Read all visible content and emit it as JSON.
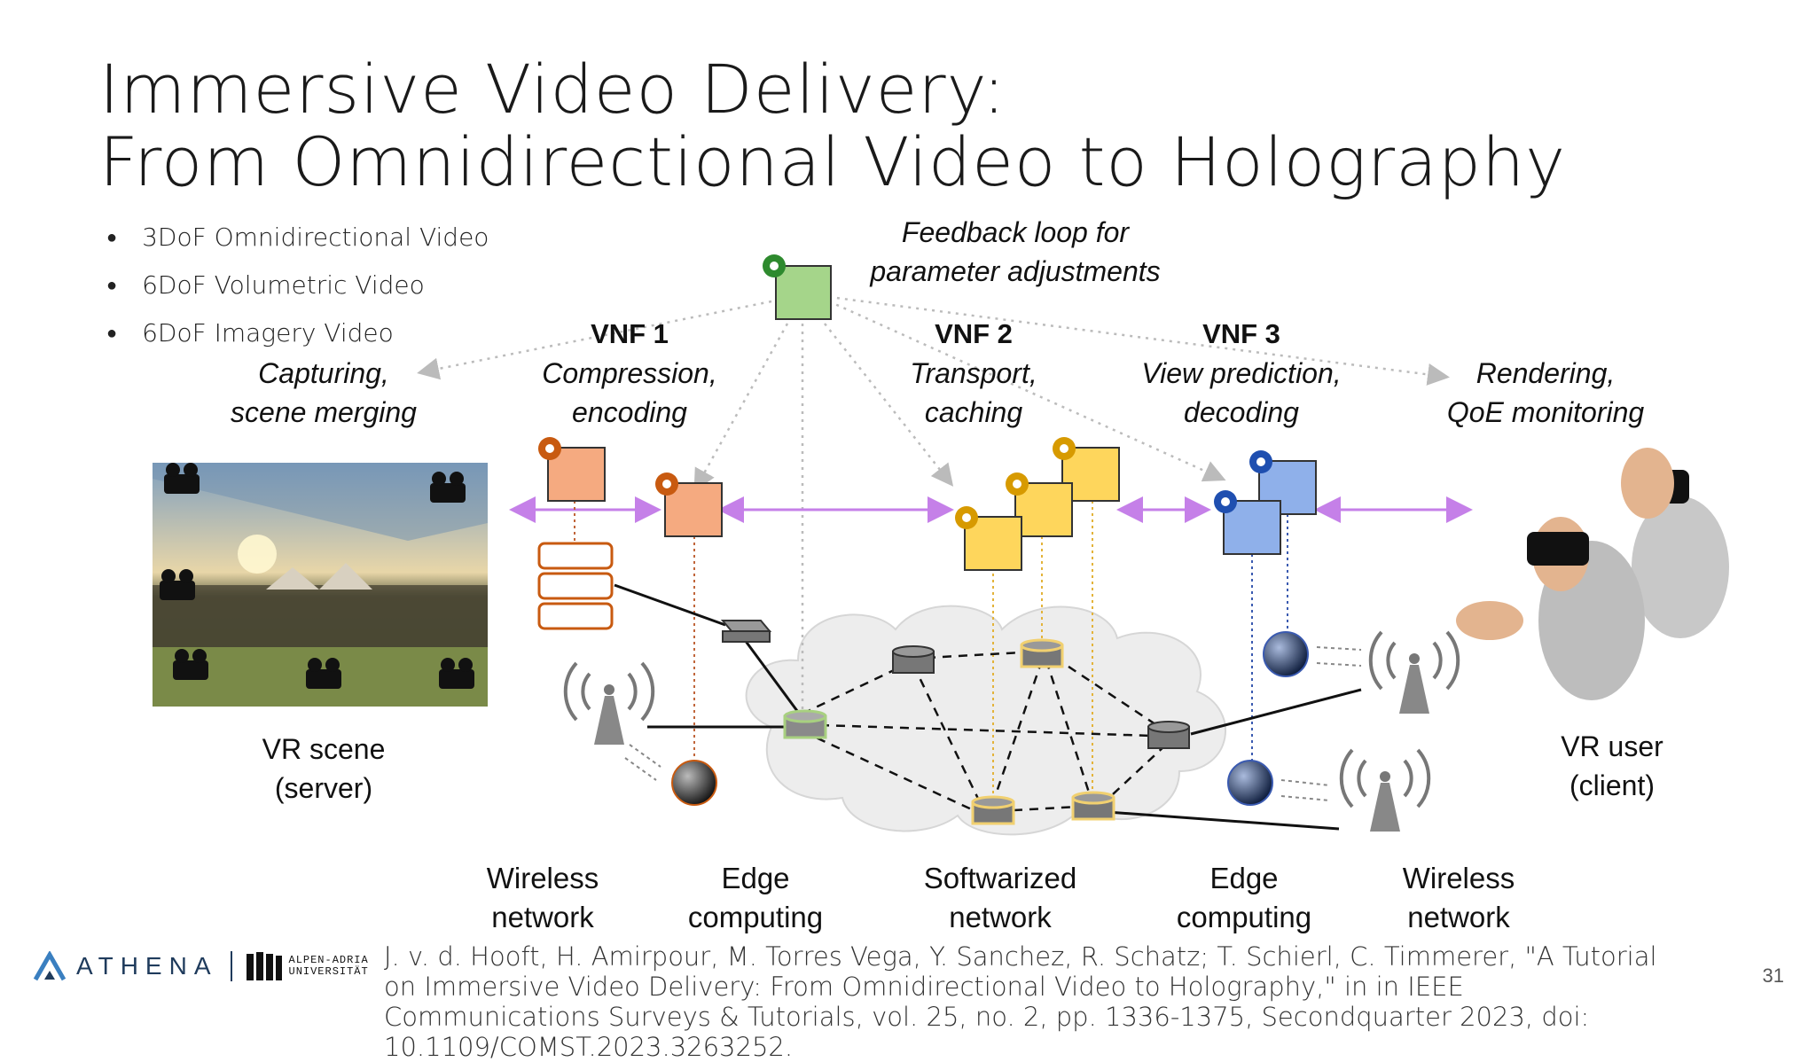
{
  "title": {
    "line1": "Immersive Video Delivery:",
    "line2": "From Omnidirectional Video to Holography"
  },
  "bullets": [
    "3DoF Omnidirectional Video",
    "6DoF Volumetric Video",
    "6DoF Imagery Video"
  ],
  "diagram": {
    "feedback_line1": "Feedback loop for",
    "feedback_line2": "parameter adjustments",
    "vnf1": "VNF 1",
    "vnf2": "VNF 2",
    "vnf3": "VNF 3",
    "capturing_line1": "Capturing,",
    "capturing_line2": "scene merging",
    "compression_line1": "Compression,",
    "compression_line2": "encoding",
    "transport_line1": "Transport,",
    "transport_line2": "caching",
    "view_line1": "View prediction,",
    "view_line2": "decoding",
    "rendering_line1": "Rendering,",
    "rendering_line2": "QoE monitoring",
    "vr_scene_line1": "VR scene",
    "vr_scene_line2": "(server)",
    "vr_user_line1": "VR user",
    "vr_user_line2": "(client)",
    "bottom_labels": [
      {
        "line1": "Wireless",
        "line2": "network"
      },
      {
        "line1": "Edge",
        "line2": "computing"
      },
      {
        "line1": "Softwarized",
        "line2": "network"
      },
      {
        "line1": "Edge",
        "line2": "computing"
      },
      {
        "line1": "Wireless",
        "line2": "network"
      }
    ],
    "colors": {
      "green": "#a5d58a",
      "orange": "#f5aa80",
      "yellow": "#fed65c",
      "blue": "#8fb0ea",
      "purple": "#c580e8",
      "gear_orange": "#c85a10",
      "gear_yellow": "#d79a00",
      "gear_blue": "#1f4fb0",
      "gear_green": "#2e8a2e"
    }
  },
  "footer": {
    "logo_text": "ATHENA",
    "university_line1": "ALPEN-ADRIA",
    "university_line2": "UNIVERSITÄT",
    "citation": "J. v. d. Hooft, H. Amirpour, M. Torres Vega, Y. Sanchez, R. Schatz; T. Schierl, C. Timmerer, \"A Tutorial on Immersive Video Delivery: From Omnidirectional Video to Holography,\" in in IEEE Communications Surveys & Tutorials, vol. 25, no. 2, pp. 1336-1375, Secondquarter 2023, doi: 10.1109/COMST.2023.3263252.",
    "page_number": "31"
  }
}
